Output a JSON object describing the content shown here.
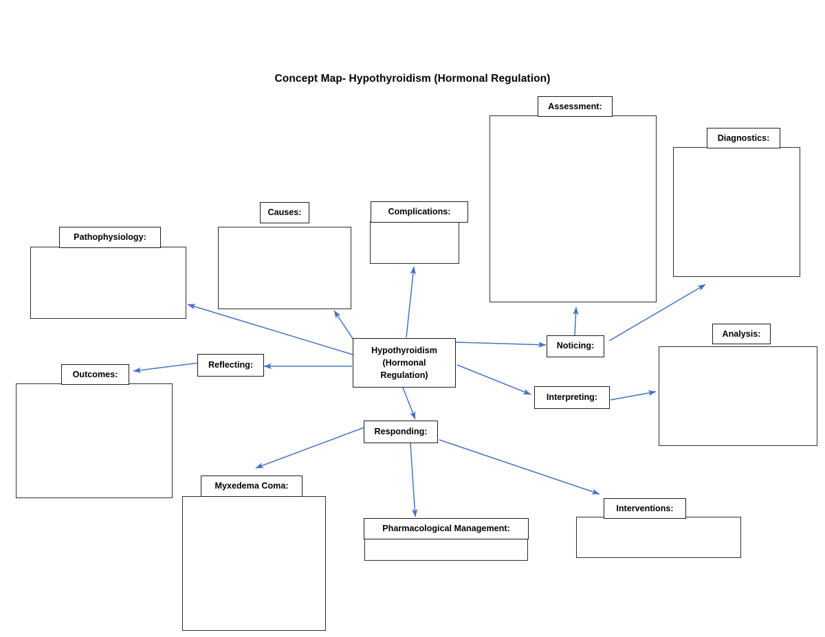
{
  "title": "Concept Map- Hypothyroidism (Hormonal Regulation)",
  "accent_color": "#4472C4",
  "border_color": "#1a1a1a",
  "background_color": "#ffffff",
  "center": {
    "label": "Hypothyroidism (Hormonal Regulation)",
    "line1": "Hypothyroidism",
    "line2": "(Hormonal",
    "line3": "Regulation)"
  },
  "nodes": [
    {
      "id": "pathophysiology",
      "label": "Pathophysiology:",
      "type": "labelled-box",
      "content": ""
    },
    {
      "id": "causes",
      "label": "Causes:",
      "type": "labelled-box",
      "content": ""
    },
    {
      "id": "complications",
      "label": "Complications:",
      "type": "labelled-box",
      "content": ""
    },
    {
      "id": "assessment",
      "label": "Assessment:",
      "type": "labelled-box",
      "content": ""
    },
    {
      "id": "diagnostics",
      "label": "Diagnostics:",
      "type": "labelled-box",
      "content": ""
    },
    {
      "id": "analysis",
      "label": "Analysis:",
      "type": "labelled-box",
      "content": ""
    },
    {
      "id": "outcomes",
      "label": "Outcomes:",
      "type": "labelled-box",
      "content": ""
    },
    {
      "id": "myxedema-coma",
      "label": "Myxedema Coma:",
      "type": "labelled-box",
      "content": ""
    },
    {
      "id": "pharmacological-management",
      "label": "Pharmacological Management:",
      "type": "labelled-box",
      "content": ""
    },
    {
      "id": "interventions",
      "label": "Interventions:",
      "type": "labelled-box",
      "content": ""
    },
    {
      "id": "noticing",
      "label": "Noticing:",
      "type": "simple-box"
    },
    {
      "id": "interpreting",
      "label": "Interpreting:",
      "type": "simple-box"
    },
    {
      "id": "responding",
      "label": "Responding:",
      "type": "simple-box"
    },
    {
      "id": "reflecting",
      "label": "Reflecting:",
      "type": "simple-box"
    }
  ],
  "edges": [
    {
      "from": "center",
      "to": "pathophysiology"
    },
    {
      "from": "center",
      "to": "causes"
    },
    {
      "from": "center",
      "to": "complications"
    },
    {
      "from": "center",
      "to": "noticing"
    },
    {
      "from": "center",
      "to": "interpreting"
    },
    {
      "from": "center",
      "to": "reflecting"
    },
    {
      "from": "center",
      "to": "responding"
    },
    {
      "from": "noticing",
      "to": "assessment"
    },
    {
      "from": "noticing",
      "to": "diagnostics"
    },
    {
      "from": "interpreting",
      "to": "analysis"
    },
    {
      "from": "reflecting",
      "to": "outcomes"
    },
    {
      "from": "responding",
      "to": "myxedema-coma"
    },
    {
      "from": "responding",
      "to": "pharmacological-management"
    },
    {
      "from": "responding",
      "to": "interventions"
    }
  ]
}
